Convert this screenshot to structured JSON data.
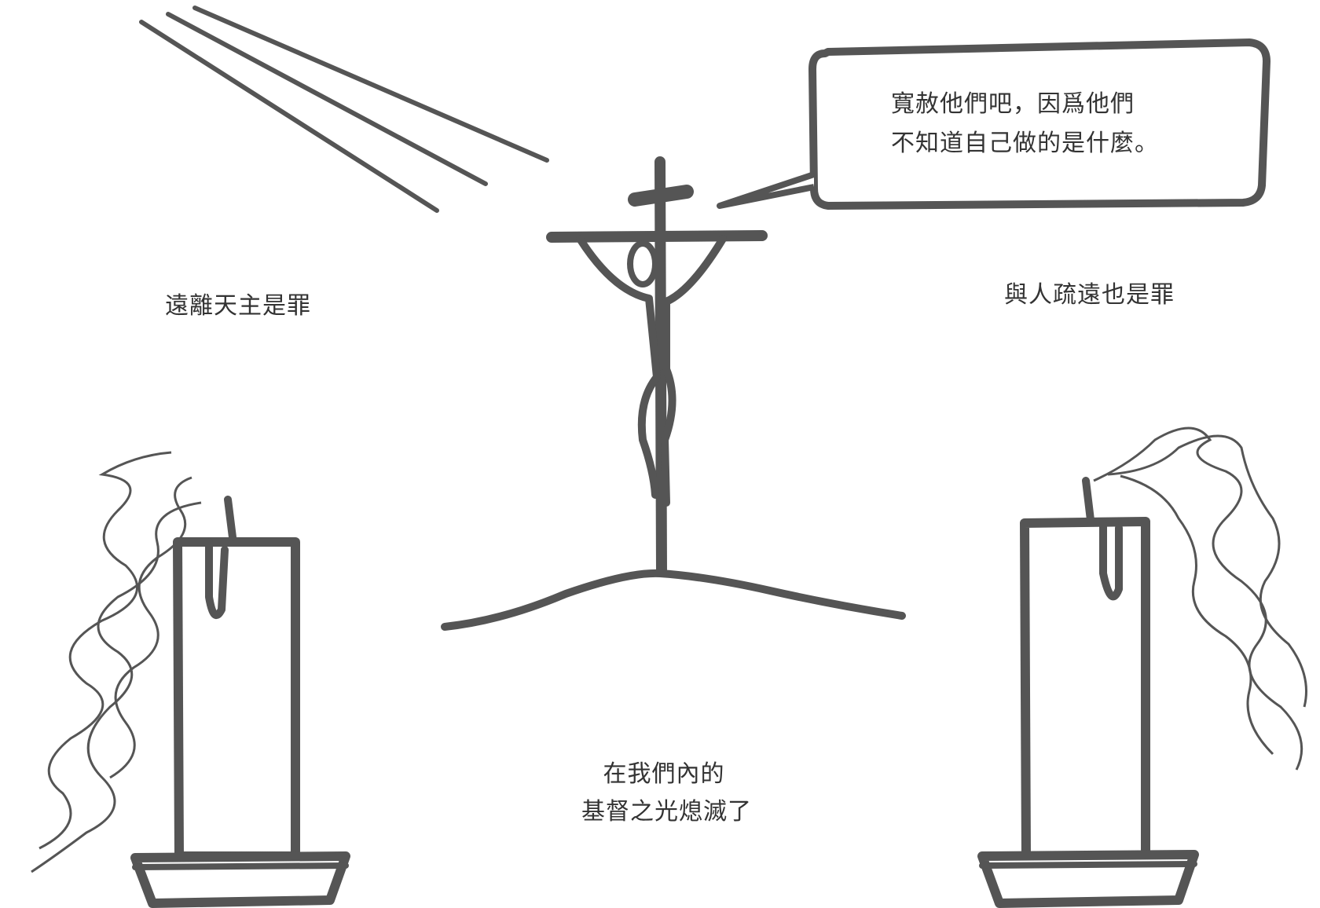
{
  "illustration": {
    "speech_bubble": {
      "line1": "寬赦他們吧，因爲他們",
      "line2": "不知道自己做的是什麼。"
    },
    "caption_left": "遠離天主是罪",
    "caption_right": "與人疏遠也是罪",
    "caption_bottom": {
      "line1": "在我們內的",
      "line2": "基督之光熄滅了"
    },
    "ink_color": "#555555",
    "paper_color": "#ffffff"
  }
}
